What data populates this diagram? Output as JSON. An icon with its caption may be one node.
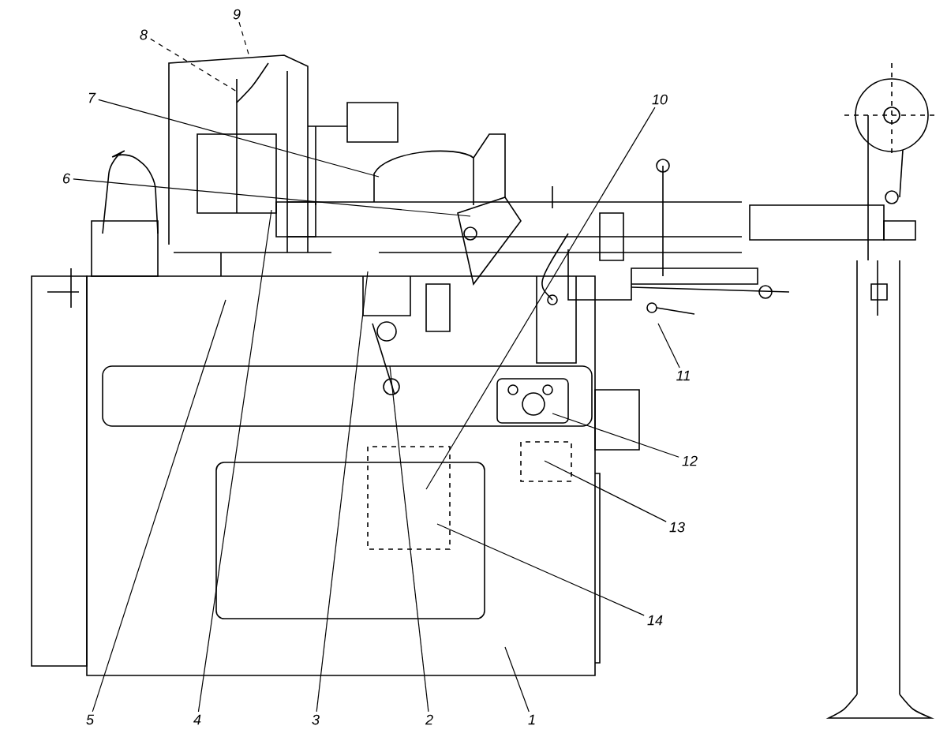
{
  "diagram": {
    "nodes": [
      {
        "text": [
          "1"
        ]
      },
      {
        "text": [
          "2"
        ]
      },
      {
        "text": [
          "3"
        ]
      },
      {
        "text": [
          "4"
        ]
      },
      {
        "text": [
          "5"
        ]
      },
      {
        "text": [
          "6"
        ]
      },
      {
        "text": [
          "7"
        ]
      },
      {
        "text": [
          "8"
        ]
      },
      {
        "text": [
          "9"
        ]
      },
      {
        "text": [
          "10"
        ]
      },
      {
        "text": [
          "11"
        ]
      },
      {
        "text": [
          "12"
        ]
      },
      {
        "text": [
          "13"
        ]
      },
      {
        "text": [
          "14"
        ]
      }
    ],
    "edges": [
      {
        "from": 0,
        "to": null,
        "arrow": "none"
      },
      {
        "from": 1,
        "to": null,
        "arrow": "none"
      },
      {
        "from": 2,
        "to": null,
        "arrow": "none"
      },
      {
        "from": 3,
        "to": null,
        "arrow": "none"
      },
      {
        "from": 4,
        "to": null,
        "arrow": "none"
      },
      {
        "from": 5,
        "to": null,
        "arrow": "none"
      },
      {
        "from": 6,
        "to": null,
        "arrow": "none"
      },
      {
        "from": 7,
        "to": null,
        "arrow": "none",
        "style": "dashed"
      },
      {
        "from": 8,
        "to": null,
        "arrow": "none",
        "style": "dashed"
      },
      {
        "from": 9,
        "to": null,
        "arrow": "none"
      },
      {
        "from": 10,
        "to": null,
        "arrow": "none"
      },
      {
        "from": 11,
        "to": null,
        "arrow": "none"
      },
      {
        "from": 12,
        "to": null,
        "arrow": "none"
      },
      {
        "from": 13,
        "to": null,
        "arrow": "none"
      }
    ]
  }
}
